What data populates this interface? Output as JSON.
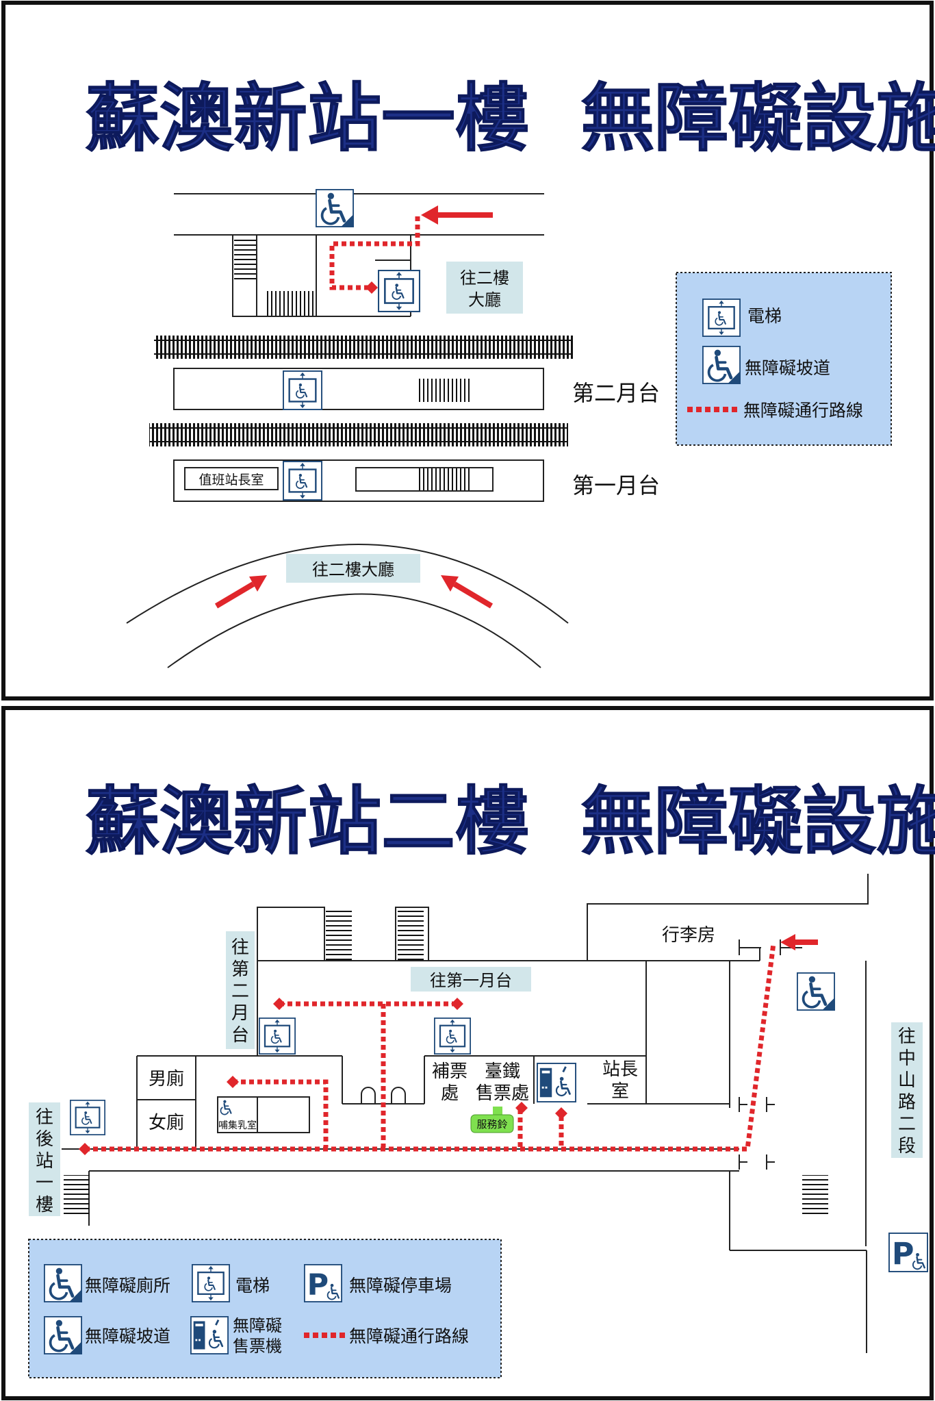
{
  "floor1": {
    "title": "蘇澳新站一樓  無障礙設施平面圖",
    "dest_upper": [
      "往二樓",
      "大廳"
    ],
    "dest_lower": "往二樓大廳",
    "platform_2": "第二月台",
    "platform_1": "第一月台",
    "station_office": "值班站長室",
    "legend": {
      "elevator": "電梯",
      "ramp": "無障礙坡道",
      "route": "無障礙通行路線"
    }
  },
  "floor2": {
    "title": "蘇澳新站二樓  無障礙設施平面圖",
    "luggage_room": "行李房",
    "to_platform_1": "往第一月台",
    "to_platform_2": [
      "往",
      "第",
      "二",
      "月",
      "台"
    ],
    "to_rear_station": [
      "往",
      "後",
      "站",
      "一",
      "樓"
    ],
    "to_zhongshan_road": [
      "往",
      "中",
      "山",
      "路",
      "二",
      "段"
    ],
    "men_restroom": "男廁",
    "women_restroom": "女廁",
    "nursing_room": "哺集乳室",
    "fare_adjustment": [
      "補票",
      "處"
    ],
    "tra_ticket_office": [
      "臺鐵",
      "售票處"
    ],
    "stationmaster": [
      "站長",
      "室"
    ],
    "service_bell": "服務鈴",
    "legend": {
      "toilet": "無障礙廁所",
      "elevator": "電梯",
      "parking": "無障礙停車場",
      "ramp": "無障礙坡道",
      "ticket_machine": [
        "無障礙",
        "售票機"
      ],
      "route": "無障礙通行路線"
    }
  },
  "colors": {
    "title": "#1c2f86",
    "route": "#e0262b",
    "legend_bg": "#b8d4f4",
    "dest_bg": "#d2e6ea",
    "icon_blue": "#1f4a7a",
    "bell": "#7fe04f"
  }
}
